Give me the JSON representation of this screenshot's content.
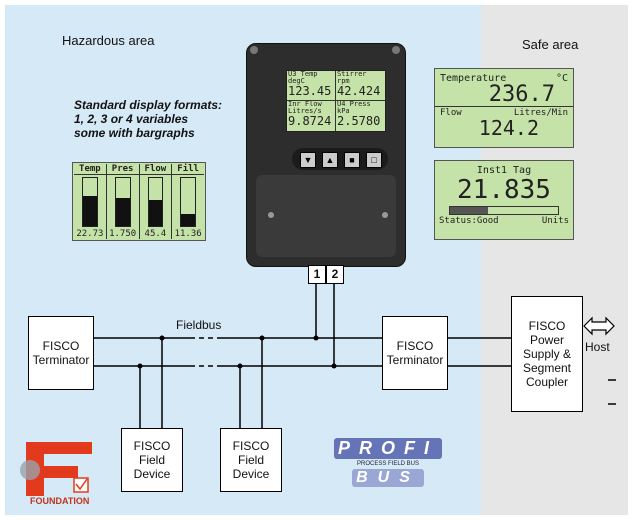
{
  "zones": {
    "hazardous_title": "Hazardous area",
    "safe_title": "Safe area"
  },
  "note_lines": [
    "Standard display formats:",
    "1, 2, 3 or 4 variables",
    "some with bargraphs"
  ],
  "bargraph_display": {
    "columns": [
      {
        "label": "Temp",
        "value": "22.73",
        "fill": 0.62
      },
      {
        "label": "Pres",
        "value": "1.750",
        "fill": 0.58
      },
      {
        "label": "Flow",
        "value": "45.4",
        "fill": 0.55
      },
      {
        "label": "Fill",
        "value": "11.36",
        "fill": 0.25
      }
    ]
  },
  "indicator": {
    "cells": [
      {
        "line1": "U3 Temp",
        "line2": "degC",
        "value": "123.45"
      },
      {
        "line1": "Stirrer",
        "line2": "rpm",
        "value": "42.424"
      },
      {
        "line1": "Inr Flow",
        "line2": "Litres/s",
        "value": "9.8724"
      },
      {
        "line1": "U4 Press",
        "line2": "kPa",
        "value": "2.5780"
      }
    ],
    "terminals": [
      "1",
      "2"
    ]
  },
  "display_two_var": {
    "temp_label": "Temperature",
    "temp_unit": "°C",
    "temp_value": "236.7",
    "flow_label": "Flow",
    "flow_unit": "Litres/Min",
    "flow_value": "124.2"
  },
  "display_one_var": {
    "tag": "Inst1 Tag",
    "value": "21.835",
    "status": "Status:Good",
    "units": "Units",
    "bar_fill": 0.35
  },
  "boxes": {
    "terminator_left": "FISCO Terminator",
    "terminator_right": "FISCO Terminator",
    "field_device_1": "FISCO Field Device",
    "field_device_2": "FISCO Field Device",
    "power_supply": "FISCO Power Supply & Segment Coupler"
  },
  "fieldbus_label": "Fieldbus",
  "host_label": "Host",
  "logos": {
    "foundation": "FOUNDATION",
    "profibus_top": "PROFI",
    "profibus_mid": "PROCESS FIELD BUS",
    "profibus_bottom": "BUS"
  }
}
